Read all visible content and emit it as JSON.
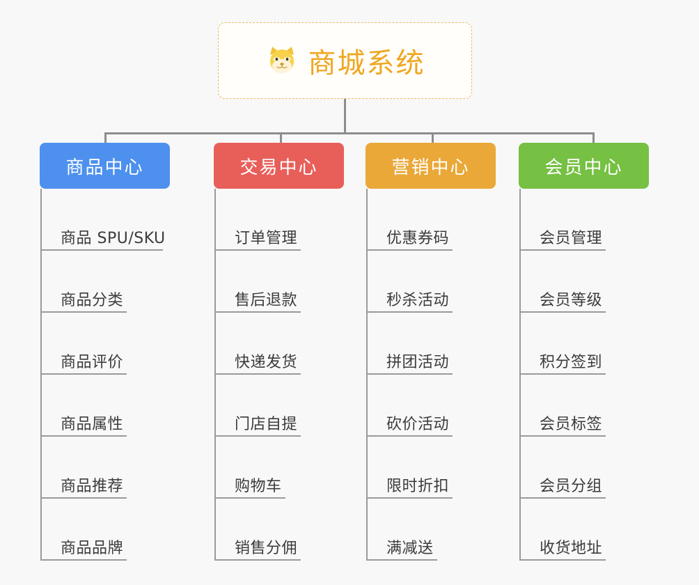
{
  "root": {
    "title": "商城系统",
    "icon": "shiba-dog-face-icon",
    "title_color": "#efa720",
    "border_color": "#e8b964"
  },
  "branches": [
    {
      "label": "商品中心",
      "color": "#4d90ee",
      "items": [
        "商品 SPU/SKU",
        "商品分类",
        "商品评价",
        "商品属性",
        "商品推荐",
        "商品品牌"
      ]
    },
    {
      "label": "交易中心",
      "color": "#e85f5a",
      "items": [
        "订单管理",
        "售后退款",
        "快递发货",
        "门店自提",
        "购物车",
        "销售分佣"
      ]
    },
    {
      "label": "营销中心",
      "color": "#eaa838",
      "items": [
        "优惠券码",
        "秒杀活动",
        "拼团活动",
        "砍价活动",
        "限时折扣",
        "满减送"
      ]
    },
    {
      "label": "会员中心",
      "color": "#76c043",
      "items": [
        "会员管理",
        "会员等级",
        "积分签到",
        "会员标签",
        "会员分组",
        "收货地址"
      ]
    }
  ],
  "layout": {
    "branch_x": [
      57,
      307,
      525,
      745
    ],
    "drop_x": [
      150,
      402,
      620,
      851
    ],
    "line_color": "#8d8d8d",
    "background": "#f8f8f8"
  }
}
